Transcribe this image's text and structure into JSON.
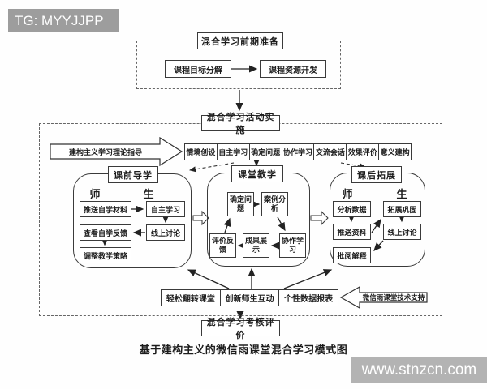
{
  "banner": {
    "text": "TG: MYYJJPP"
  },
  "watermark": {
    "text": "www.stnzcn.com"
  },
  "caption": "基于建构主义的微信雨课堂混合学习模式图",
  "theme": {
    "banner_bg": "#9d9d9d",
    "watermark_bg": "#b3b3b3",
    "line_color": "#333333",
    "paper_bg": "#fefefe"
  },
  "prep": {
    "title": "混合学习前期准备",
    "goal_box": "课程目标分解",
    "resource_box": "课程资源开发"
  },
  "impl": {
    "title": "混合学习活动实施",
    "theory_arrow": "建构主义学习理论指导",
    "strip": [
      "情境创设",
      "自主学习",
      "确定问题",
      "协作学习",
      "交流会话",
      "效果评价",
      "意义建构"
    ],
    "pre_class": {
      "title": "课前导学",
      "teacher_label": "师",
      "student_label": "生",
      "teacher": [
        "推送自学材料",
        "查看自学反馈",
        "调整教学策略"
      ],
      "student": [
        "自主学习",
        "线上讨论"
      ]
    },
    "in_class": {
      "title": "课堂教学",
      "nodes": [
        "确定问题",
        "案例分析",
        "评价反馈",
        "成果展示",
        "协作学习"
      ]
    },
    "post_class": {
      "title": "课后拓展",
      "teacher_label": "师",
      "student_label": "生",
      "teacher": [
        "分析数据",
        "推送资料",
        "批阅解释"
      ],
      "student": [
        "拓展巩固",
        "线上讨论"
      ]
    },
    "bottom_row": [
      "轻松翻转课堂",
      "创新师生互动",
      "个性数据报表"
    ],
    "support_arrow": "微信雨课堂技术支持"
  },
  "eval": {
    "title": "混合学习考核评价"
  }
}
